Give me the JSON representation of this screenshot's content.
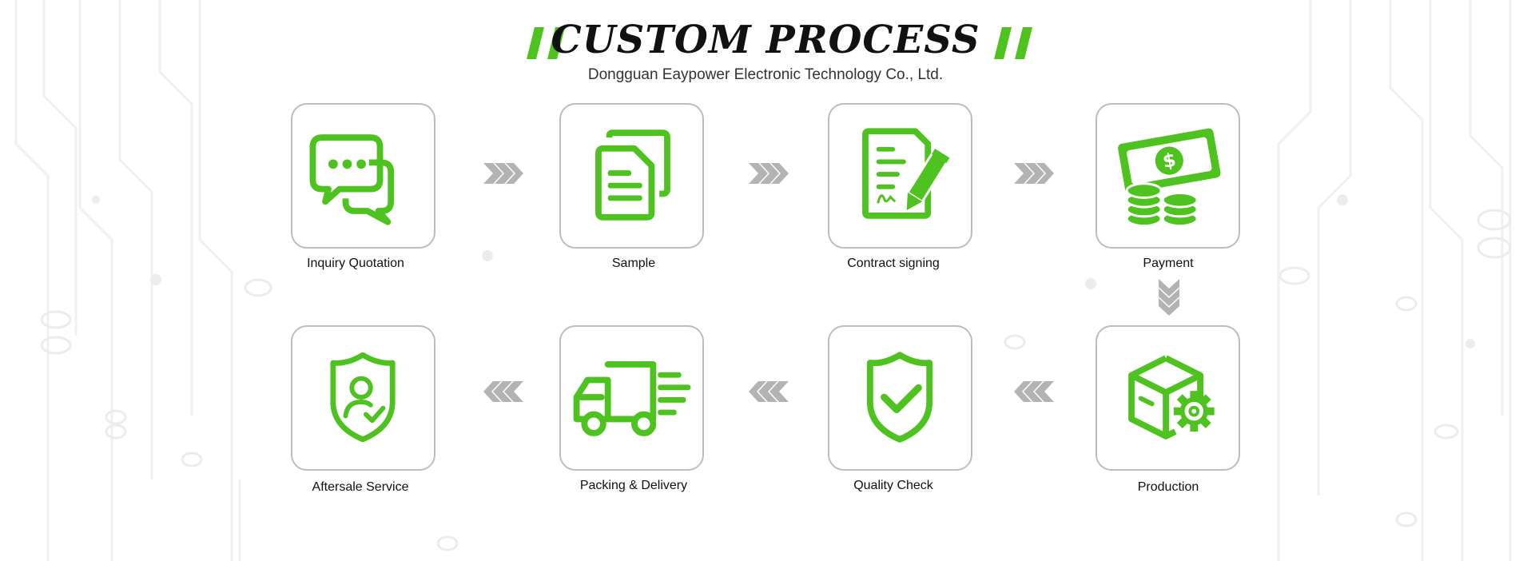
{
  "header": {
    "title": "CUSTOM PROCESS",
    "subtitle": "Dongguan Eaypower Electronic Technology  Co., Ltd."
  },
  "colors": {
    "accent": "#4ec21f",
    "arrow": "#b3b3b3",
    "border": "#bdbdbd",
    "text": "#111111"
  },
  "steps": [
    {
      "label": "Inquiry Quotation",
      "icon": "chat-bubbles-icon"
    },
    {
      "label": "Sample",
      "icon": "documents-icon"
    },
    {
      "label": "Contract signing",
      "icon": "contract-pen-icon"
    },
    {
      "label": "Payment",
      "icon": "money-coins-icon"
    },
    {
      "label": "Production",
      "icon": "box-gear-icon"
    },
    {
      "label": "Quality Check",
      "icon": "shield-check-icon"
    },
    {
      "label": "Packing & Delivery",
      "icon": "delivery-truck-icon"
    },
    {
      "label": "Aftersale Service",
      "icon": "shield-user-icon"
    }
  ]
}
